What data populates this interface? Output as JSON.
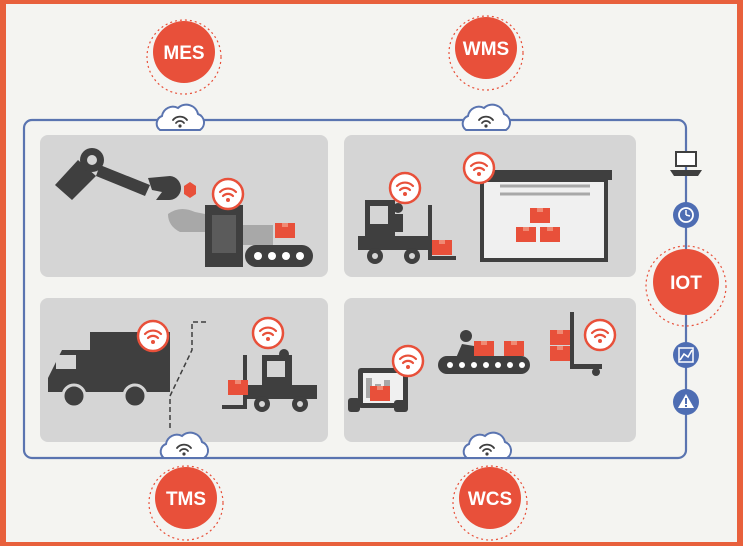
{
  "systems": {
    "mes": "MES",
    "wms": "WMS",
    "iot": "IOT",
    "tms": "TMS",
    "wcs": "WCS"
  },
  "colors": {
    "frame": "#e8603c",
    "background": "#f4f4f1",
    "panel": "#d5d5d5",
    "network_line": "#5a74b0",
    "accent_red": "#e8503a",
    "machine_dark": "#3f3f3f",
    "icon_blue": "#4e6db3"
  },
  "icons": {
    "cloud_wifi": "cloud-wifi-icon",
    "wifi_badge": "wifi-badge-icon",
    "laptop": "laptop-icon",
    "clock": "clock-icon",
    "chart": "line-chart-icon",
    "warning": "warning-icon"
  }
}
